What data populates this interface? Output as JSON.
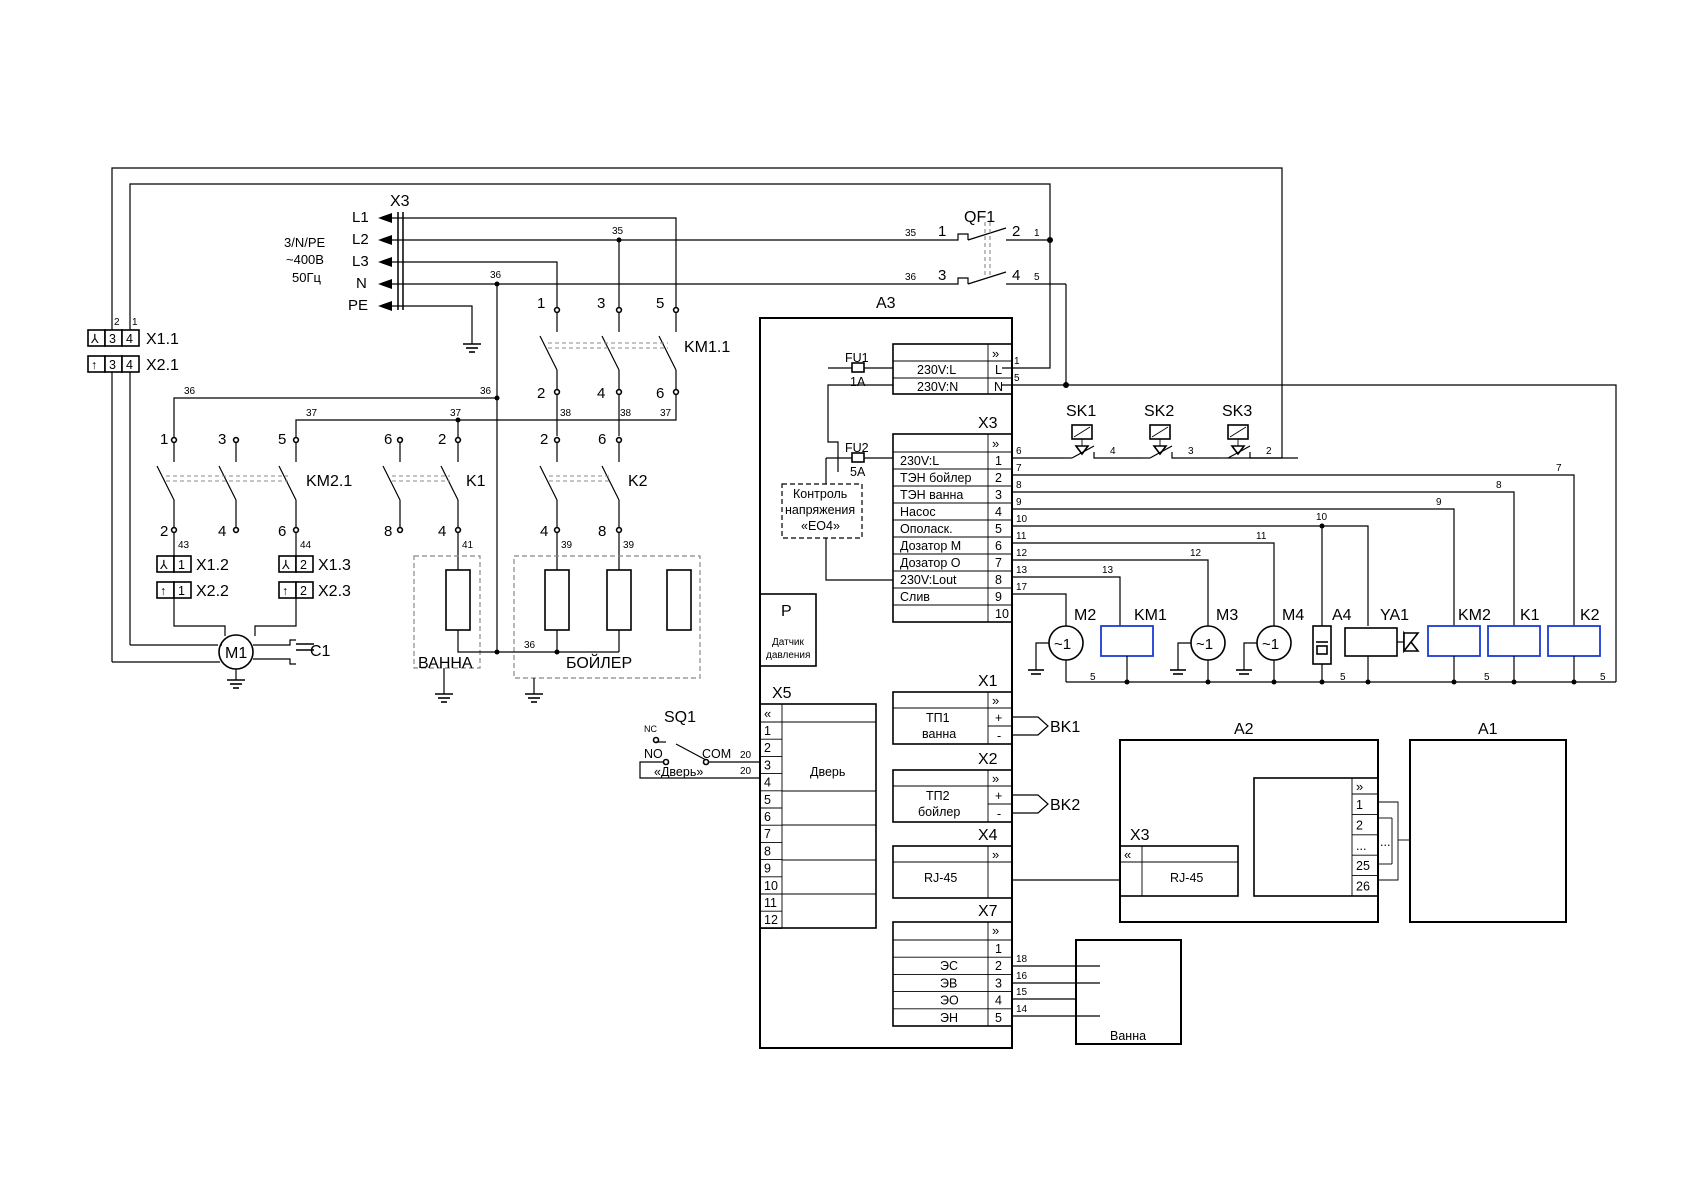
{
  "supply": {
    "connector": "X3",
    "phases": [
      "L1",
      "L2",
      "L3",
      "N",
      "PE"
    ],
    "spec_line1": "3/N/PE",
    "spec_line2": "~400В",
    "spec_line3": "50Гц"
  },
  "breaker": {
    "name": "QF1",
    "pins": [
      "1",
      "2",
      "3",
      "4"
    ]
  },
  "contactor_km11": {
    "name": "KM1.1",
    "top": [
      "1",
      "3",
      "5"
    ],
    "bottom": [
      "2",
      "4",
      "6"
    ]
  },
  "contactor_km21": {
    "name": "KM2.1",
    "top": [
      "1",
      "3",
      "5"
    ],
    "bottom": [
      "2",
      "4",
      "6"
    ]
  },
  "relay_k1": {
    "name": "K1",
    "top": [
      "6",
      "2"
    ],
    "bottom": [
      "8",
      "4"
    ]
  },
  "relay_k2": {
    "name": "K2",
    "top": [
      "2",
      "6"
    ],
    "bottom": [
      "4",
      "8"
    ]
  },
  "left_connectors": [
    {
      "name": "X1.1",
      "pins": [
        "⅄",
        "3",
        "4"
      ]
    },
    {
      "name": "X2.1",
      "pins": [
        "↑",
        "3",
        "4"
      ]
    },
    {
      "name": "X1.2",
      "pins": [
        "⅄",
        "1"
      ]
    },
    {
      "name": "X2.2",
      "pins": [
        "↑",
        "1"
      ]
    },
    {
      "name": "X1.3",
      "pins": [
        "⅄",
        "2"
      ]
    },
    {
      "name": "X2.3",
      "pins": [
        "↑",
        "2"
      ]
    }
  ],
  "motor_m1": {
    "name": "M1",
    "capacitor": "C1"
  },
  "heaters": {
    "bath": "ВАННА",
    "boiler": "БОЙЛЕР"
  },
  "wires": {
    "n1": "1",
    "n2": "2",
    "n5": "5",
    "n6": "6",
    "n7": "7",
    "n8": "8",
    "n9": "9",
    "n10": "10",
    "n11": "11",
    "n12": "12",
    "n13": "13",
    "n14": "14",
    "n15": "15",
    "n16": "16",
    "n17": "17",
    "n18": "18",
    "n20": "20",
    "n35": "35",
    "n36": "36",
    "n37": "37",
    "n38": "38",
    "n39": "39",
    "n41": "41",
    "n43": "43",
    "n44": "44",
    "n3": "3",
    "n4": "4"
  },
  "a3": {
    "title": "A3",
    "fu1": {
      "name": "FU1",
      "rating": "1А"
    },
    "fu2": {
      "name": "FU2",
      "rating": "5А"
    },
    "power_rows": [
      {
        "label": "230V:L",
        "pin": "L"
      },
      {
        "label": "230V:N",
        "pin": "N"
      }
    ],
    "x3_title": "X3",
    "x3_rows": [
      {
        "label": "230V:L",
        "pin": "1"
      },
      {
        "label": "ТЭН бойлер",
        "pin": "2"
      },
      {
        "label": "ТЭН ванна",
        "pin": "3"
      },
      {
        "label": "Насос",
        "pin": "4"
      },
      {
        "label": "Ополаск.",
        "pin": "5"
      },
      {
        "label": "Дозатор М",
        "pin": "6"
      },
      {
        "label": "Дозатор О",
        "pin": "7"
      },
      {
        "label": "230V:Lout",
        "pin": "8"
      },
      {
        "label": "Слив",
        "pin": "9"
      },
      {
        "label": "",
        "pin": "10"
      }
    ],
    "voltage_monitor": [
      "Контроль",
      "напряжения",
      "«ЕО4»"
    ],
    "pressure": {
      "letter": "P",
      "line1": "Датчик",
      "line2": "давления"
    },
    "x5_title": "X5",
    "x5_pins": [
      "1",
      "2",
      "3",
      "4",
      "5",
      "6",
      "7",
      "8",
      "9",
      "10",
      "11",
      "12"
    ],
    "door_label": "Дверь",
    "x1_title": "X1",
    "x1_label": [
      "ТП1",
      "ванна"
    ],
    "x2_title": "X2",
    "x2_label": [
      "ТП2",
      "бойлер"
    ],
    "x4_title": "X4",
    "rj45": "RJ-45",
    "x7_title": "X7",
    "x7_rows": [
      {
        "label": "",
        "pin": "1"
      },
      {
        "label": "ЭС",
        "pin": "2"
      },
      {
        "label": "ЭВ",
        "pin": "3"
      },
      {
        "label": "ЭО",
        "pin": "4"
      },
      {
        "label": "ЭН",
        "pin": "5"
      }
    ],
    "plus": "+",
    "minus": "-"
  },
  "sensors": {
    "bk1": "BK1",
    "bk2": "BK2"
  },
  "thermostats": [
    "SK1",
    "SK2",
    "SK3"
  ],
  "door_switch": {
    "name": "SQ1",
    "nc": "NC",
    "no": "NO",
    "com": "COM",
    "label": "«Дверь»"
  },
  "loads": {
    "m2": "M2",
    "km1": "KM1",
    "m3": "M3",
    "m4": "M4",
    "a4": "A4",
    "ya1": "YA1",
    "km2": "KM2",
    "k1": "K1",
    "k2": "K2",
    "motor": "~1"
  },
  "a2": {
    "title": "A2",
    "x3": "X3",
    "rj45": "RJ-45",
    "pins": [
      "1",
      "2",
      "...",
      "25",
      "26"
    ]
  },
  "a1": {
    "title": "A1"
  },
  "bath_box": {
    "label": "Ванна"
  }
}
